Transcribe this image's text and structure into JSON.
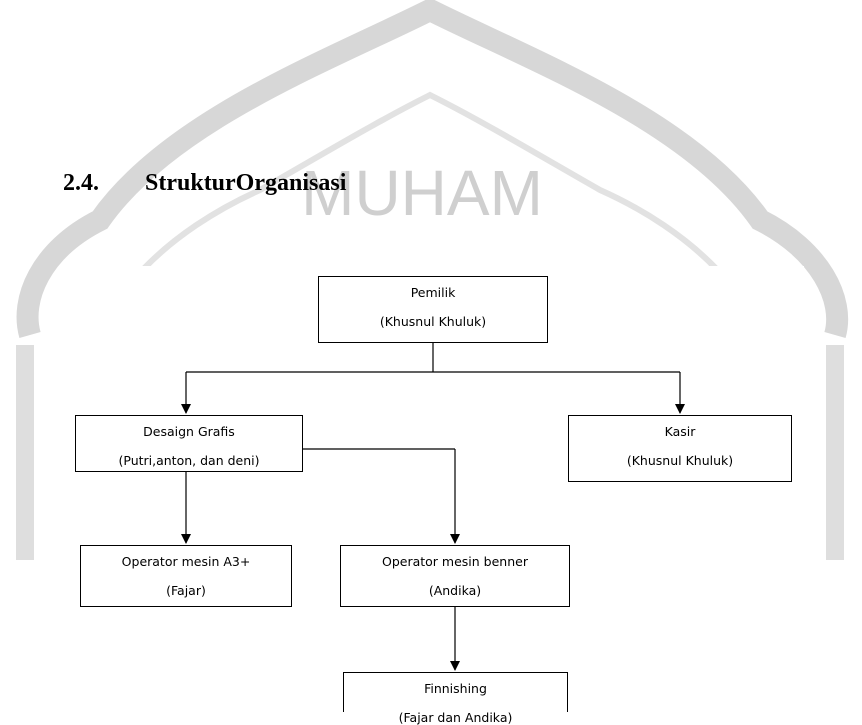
{
  "section": {
    "number": "2.4.",
    "title": "StrukturOrganisasi"
  },
  "watermark": {
    "text": "MUHAM"
  },
  "org_chart": {
    "owner": {
      "role": "Pemilik",
      "person": "(Khusnul Khuluk)"
    },
    "design": {
      "role": "Desaign Grafis",
      "person": "(Putri,anton, dan deni)"
    },
    "cashier": {
      "role": "Kasir",
      "person": "(Khusnul Khuluk)"
    },
    "op_a3": {
      "role": "Operator mesin A3+",
      "person": "(Fajar)"
    },
    "op_banner": {
      "role": "Operator mesin benner",
      "person": "(Andika)"
    },
    "finishing": {
      "role": "Finnishing",
      "person": "(Fajar dan Andika)"
    }
  }
}
